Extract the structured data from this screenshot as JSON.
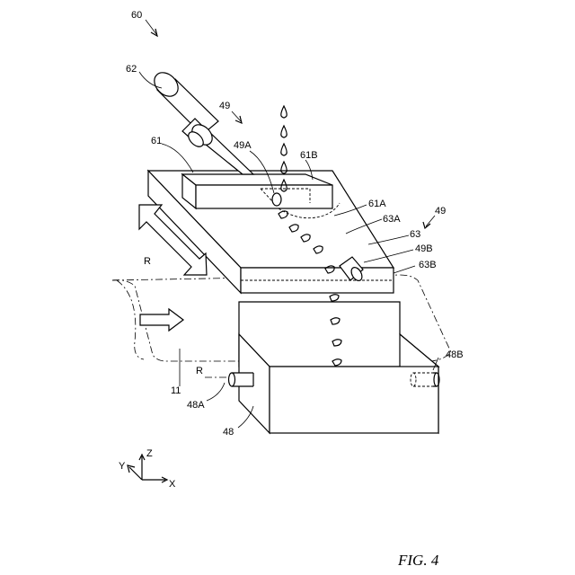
{
  "figure": {
    "caption": "FIG. 4",
    "labels": {
      "l60": "60",
      "l62": "62",
      "l49a_ref": "49",
      "l49A": "49A",
      "l61": "61",
      "l61B": "61B",
      "l61A": "61A",
      "l63A": "63A",
      "l49b_ref": "49",
      "l63": "63",
      "l49B": "49B",
      "l63B": "63B",
      "lR1": "R",
      "lR2": "R",
      "l11": "11",
      "l48B": "48B",
      "l48A": "48A",
      "l48": "48"
    },
    "axes": {
      "z": "Z",
      "y": "Y",
      "x": "X"
    }
  }
}
